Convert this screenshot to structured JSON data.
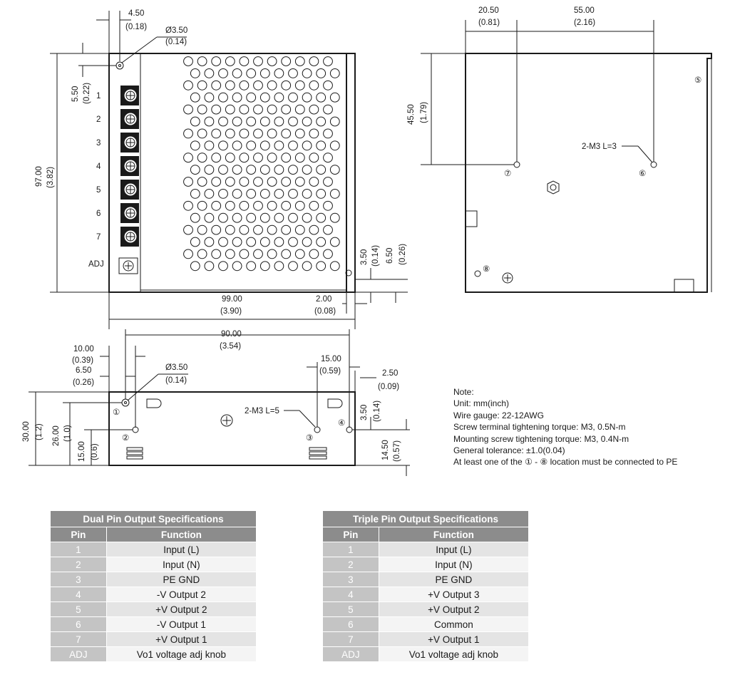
{
  "front_view": {
    "dim_hole_x": "4.50",
    "dim_hole_x_in": "(0.18)",
    "dim_hole_dia": "Ø3.50",
    "dim_hole_dia_in": "(0.14)",
    "dim_hole_y": "5.50",
    "dim_hole_y_in": "(0.22)",
    "dim_height": "97.00",
    "dim_height_in": "(3.82)",
    "dim_tab_h": "3.50",
    "dim_tab_h_in": "(0.14)",
    "dim_tab_y": "6.50",
    "dim_tab_y_in": "(0.26)",
    "dim_width": "99.00",
    "dim_width_in": "(3.90)",
    "dim_tab_w": "2.00",
    "dim_tab_w_in": "(0.08)",
    "terminal_labels": [
      "1",
      "2",
      "3",
      "4",
      "5",
      "6",
      "7",
      "ADJ"
    ]
  },
  "side_view": {
    "dim_x1": "20.50",
    "dim_x1_in": "(0.81)",
    "dim_x2": "55.00",
    "dim_x2_in": "(2.16)",
    "dim_y": "45.50",
    "dim_y_in": "(1.79)",
    "screw_label": "2-M3 L=3",
    "markers": [
      "⑤",
      "⑥",
      "⑦",
      "⑧"
    ]
  },
  "bottom_view": {
    "dim_span": "90.00",
    "dim_span_in": "(3.54)",
    "dim_hole1_x": "10.00",
    "dim_hole1_x_in": "(0.39)",
    "dim_hole2_x": "6.50",
    "dim_hole2_x_in": "(0.26)",
    "dim_hole_dia": "Ø3.50",
    "dim_hole_dia_in": "(0.14)",
    "dim_right_x": "15.00",
    "dim_right_x_in": "(0.59)",
    "dim_right_edge": "2.50",
    "dim_right_edge_in": "(0.09)",
    "dim_height": "30.00",
    "dim_height_in": "(1.2)",
    "dim_h2": "26.00",
    "dim_h2_in": "(1.0)",
    "dim_h3": "15.00",
    "dim_h3_in": "(0.6)",
    "dim_tab_h": "3.50",
    "dim_tab_h_in": "(0.14)",
    "dim_tab_y": "14.50",
    "dim_tab_y_in": "(0.57)",
    "screw_label": "2-M3 L=5",
    "markers": [
      "①",
      "②",
      "③",
      "④"
    ]
  },
  "notes": {
    "title": "Note:",
    "unit": "Unit: mm(inch)",
    "wire": "Wire gauge: 22-12AWG",
    "screw_torque": "Screw terminal tightening torque: M3, 0.5N-m",
    "mount_torque": "Mounting screw tightening torque: M3, 0.4N-m",
    "tolerance": "General tolerance: ±1.0(0.04)",
    "pe_prefix": "At least one of the ",
    "pe_m1": "①",
    "pe_dash": " - ",
    "pe_m8": "⑧",
    "pe_suffix": " location must be connected to PE"
  },
  "tables": [
    {
      "title": "Dual Pin Output Specifications",
      "col_pin": "Pin",
      "col_function": "Function",
      "rows": [
        {
          "pin": "1",
          "function": "Input (L)"
        },
        {
          "pin": "2",
          "function": "Input (N)"
        },
        {
          "pin": "3",
          "function": "PE GND"
        },
        {
          "pin": "4",
          "function": "-V Output 2"
        },
        {
          "pin": "5",
          "function": "+V Output 2"
        },
        {
          "pin": "6",
          "function": "-V Output 1"
        },
        {
          "pin": "7",
          "function": "+V Output 1"
        },
        {
          "pin": "ADJ",
          "function": "Vo1 voltage adj knob"
        }
      ]
    },
    {
      "title": "Triple Pin Output Specifications",
      "col_pin": "Pin",
      "col_function": "Function",
      "rows": [
        {
          "pin": "1",
          "function": "Input (L)"
        },
        {
          "pin": "2",
          "function": "Input (N)"
        },
        {
          "pin": "3",
          "function": "PE GND"
        },
        {
          "pin": "4",
          "function": "+V Output 3"
        },
        {
          "pin": "5",
          "function": "+V Output 2"
        },
        {
          "pin": "6",
          "function": "Common"
        },
        {
          "pin": "7",
          "function": "+V Output 1"
        },
        {
          "pin": "ADJ",
          "function": "Vo1 voltage adj knob"
        }
      ]
    }
  ]
}
